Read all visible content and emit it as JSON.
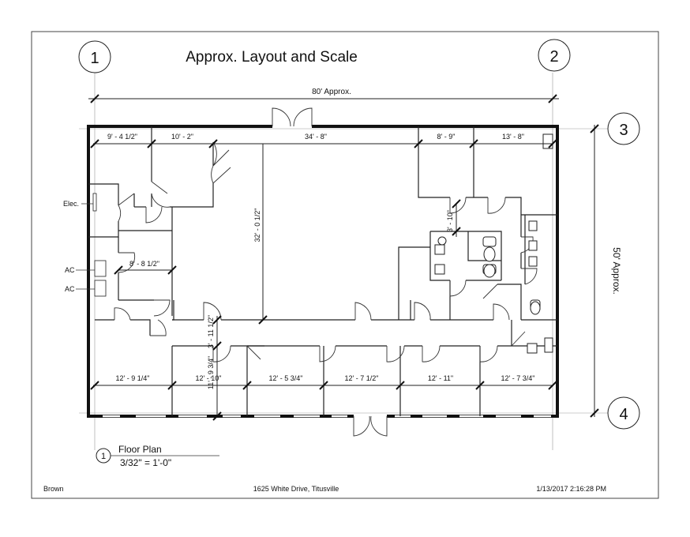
{
  "sheet": {
    "title": "Approx. Layout and Scale",
    "grid_bubbles": [
      "1",
      "2",
      "3",
      "4"
    ],
    "overall_width": "80' Approx.",
    "overall_depth": "50' Approx."
  },
  "dimensions": {
    "top_row": [
      "9' - 4 1/2\"",
      "10' - 2\"",
      "34' - 8\"",
      "8' - 9\"",
      "13' - 8\""
    ],
    "bottom_row": [
      "12' - 9 1/4\"",
      "12' - 10\"",
      "12' - 5 3/4\"",
      "12' - 7 1/2\"",
      "12' - 11\"",
      "12' - 7 3/4\""
    ],
    "main_room_depth": "32' - 0 1/2\"",
    "corridor_width": "3' - 11 1/2\"",
    "office_depth": "11' - 9 3/4\"",
    "small_room_width": "8' - 8 1/2\"",
    "restroom_hall": "3' - 10\""
  },
  "labels": {
    "elec": "Elec.",
    "ac_1": "AC",
    "ac_2": "AC"
  },
  "view": {
    "number": "1",
    "name": "Floor Plan",
    "scale": "3/32\" = 1'-0\""
  },
  "footer": {
    "left": "Brown",
    "center": "1625 White Drive, Titusville",
    "right": "1/13/2017 2:16:28 PM"
  }
}
